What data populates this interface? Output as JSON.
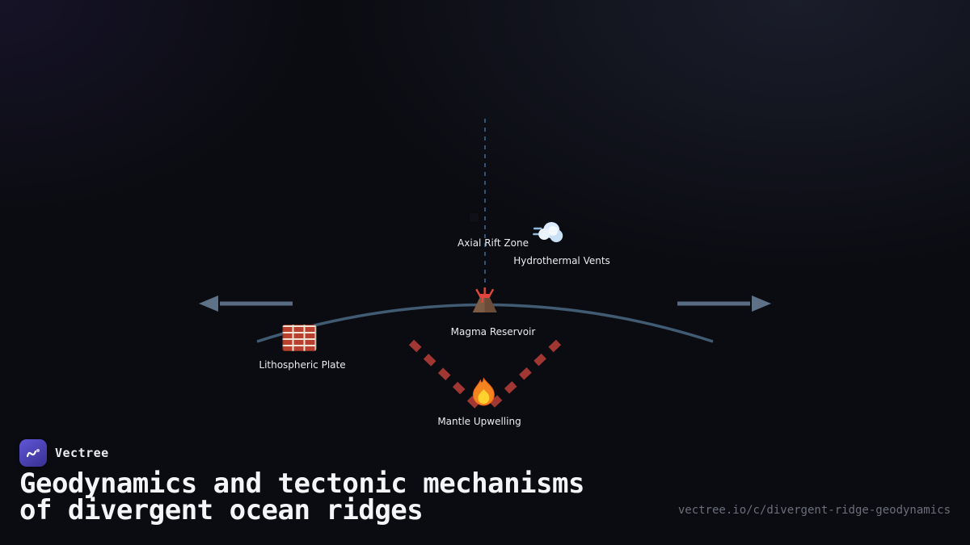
{
  "colors": {
    "guide_line": "#3f6f9e",
    "arc": "#4b6a85",
    "arrow": "#5d7187",
    "mantle_flow": "#a93a35",
    "label": "#e8ebef",
    "brand_badge": "#4c44c0",
    "url_text": "#6a6f7a"
  },
  "diagram": {
    "nodes": [
      {
        "label": "Axial Rift Zone",
        "icon": "rift-square-icon"
      },
      {
        "label": "Hydrothermal Vents",
        "icon": "steam-cloud-icon"
      },
      {
        "label": "Magma Reservoir",
        "icon": "volcano-icon"
      },
      {
        "label": "Lithospheric Plate",
        "icon": "brick-wall-icon"
      },
      {
        "label": "Mantle Upwelling",
        "icon": "fire-icon"
      }
    ]
  },
  "footer": {
    "brand": "Vectree",
    "title_line1": "Geodynamics and tectonic mechanisms",
    "title_line2": "of divergent ocean ridges",
    "url": "vectree.io/c/divergent-ridge-geodynamics"
  }
}
